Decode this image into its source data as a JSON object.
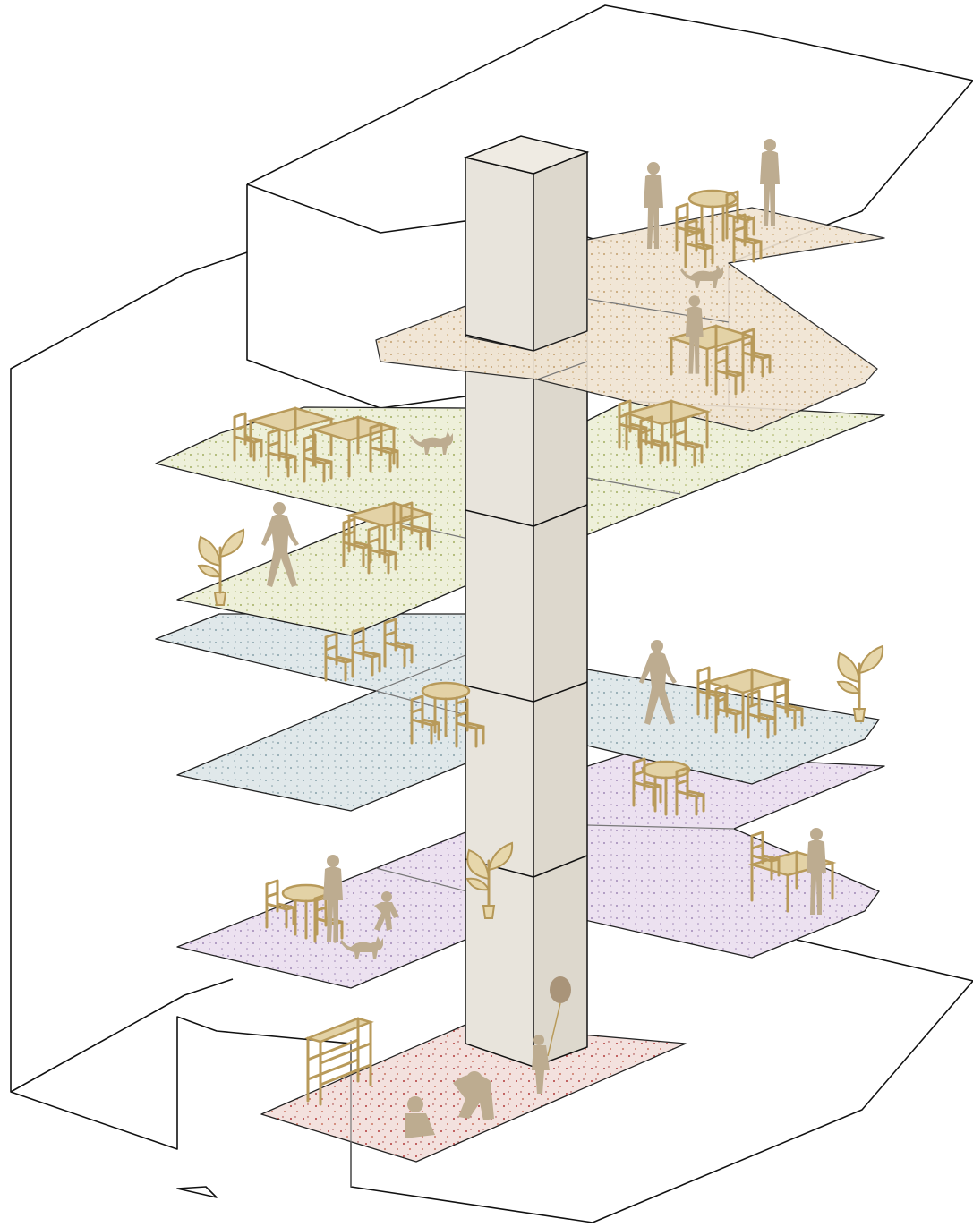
{
  "diagram": {
    "type": "axonometric section diagram",
    "colors": {
      "outline": "#111111",
      "core": "#e8e4dc",
      "furniture": "#b89a5a",
      "people": "#bdac90"
    },
    "levels": [
      {
        "id": "level-1",
        "floor_color": "#efd9d6",
        "dot_color": "#b23a3a"
      },
      {
        "id": "level-2",
        "floor_color": "#eadff0",
        "dot_color": "#8a6ea6"
      },
      {
        "id": "level-3",
        "floor_color": "#dfe6e8",
        "dot_color": "#6c8b96"
      },
      {
        "id": "level-4",
        "floor_color": "#ecefd8",
        "dot_color": "#8c9a3c"
      },
      {
        "id": "level-5",
        "floor_color": "#efe3d2",
        "dot_color": "#b0813f"
      }
    ],
    "icons": [
      "person-silhouette-icon",
      "dining-table-icon",
      "chair-icon",
      "cat-icon",
      "potted-plant-icon",
      "balloon-icon",
      "shelf-icon"
    ]
  }
}
